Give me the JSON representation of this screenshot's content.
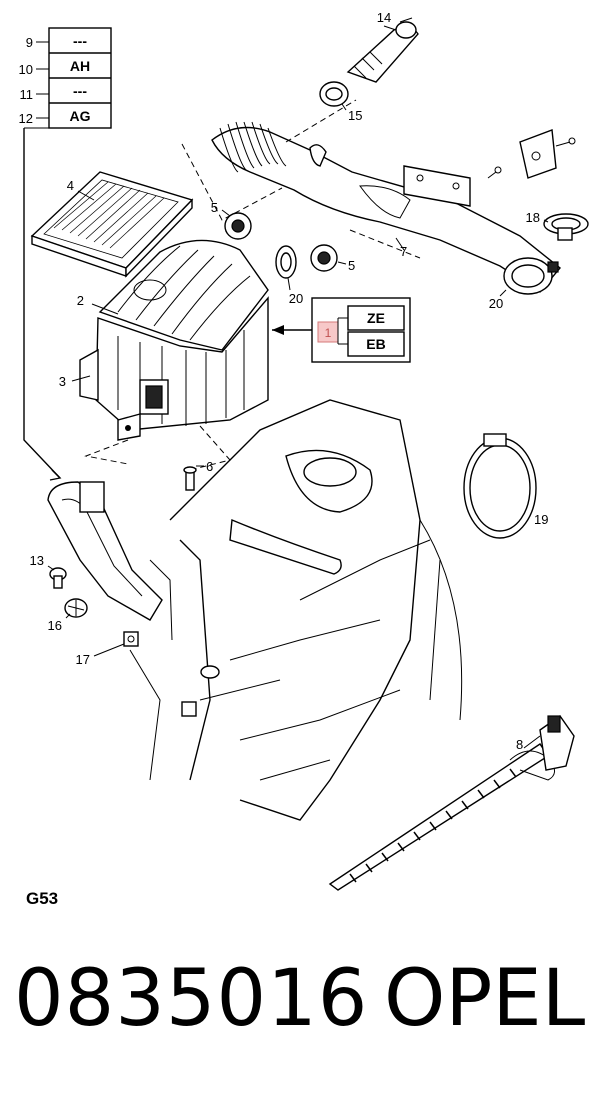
{
  "legend_top_left": {
    "rows": [
      {
        "num": "9",
        "code": "---"
      },
      {
        "num": "10",
        "code": "AH"
      },
      {
        "num": "11",
        "code": "---"
      },
      {
        "num": "12",
        "code": "AG"
      }
    ]
  },
  "legend_right": {
    "ref": "1",
    "rows": [
      "ZE",
      "EB"
    ]
  },
  "callouts": {
    "c2": "2",
    "c3": "3",
    "c4": "4",
    "c5a": "5",
    "c5b": "5",
    "c6": "6",
    "c7": "7",
    "c8": "8",
    "c13": "13",
    "c14": "14",
    "c15": "15",
    "c16": "16",
    "c17": "17",
    "c18": "18",
    "c19": "19",
    "c20a": "20",
    "c20b": "20"
  },
  "diagram_code": "G53",
  "part_number": "0835016",
  "brand": "OPEL"
}
